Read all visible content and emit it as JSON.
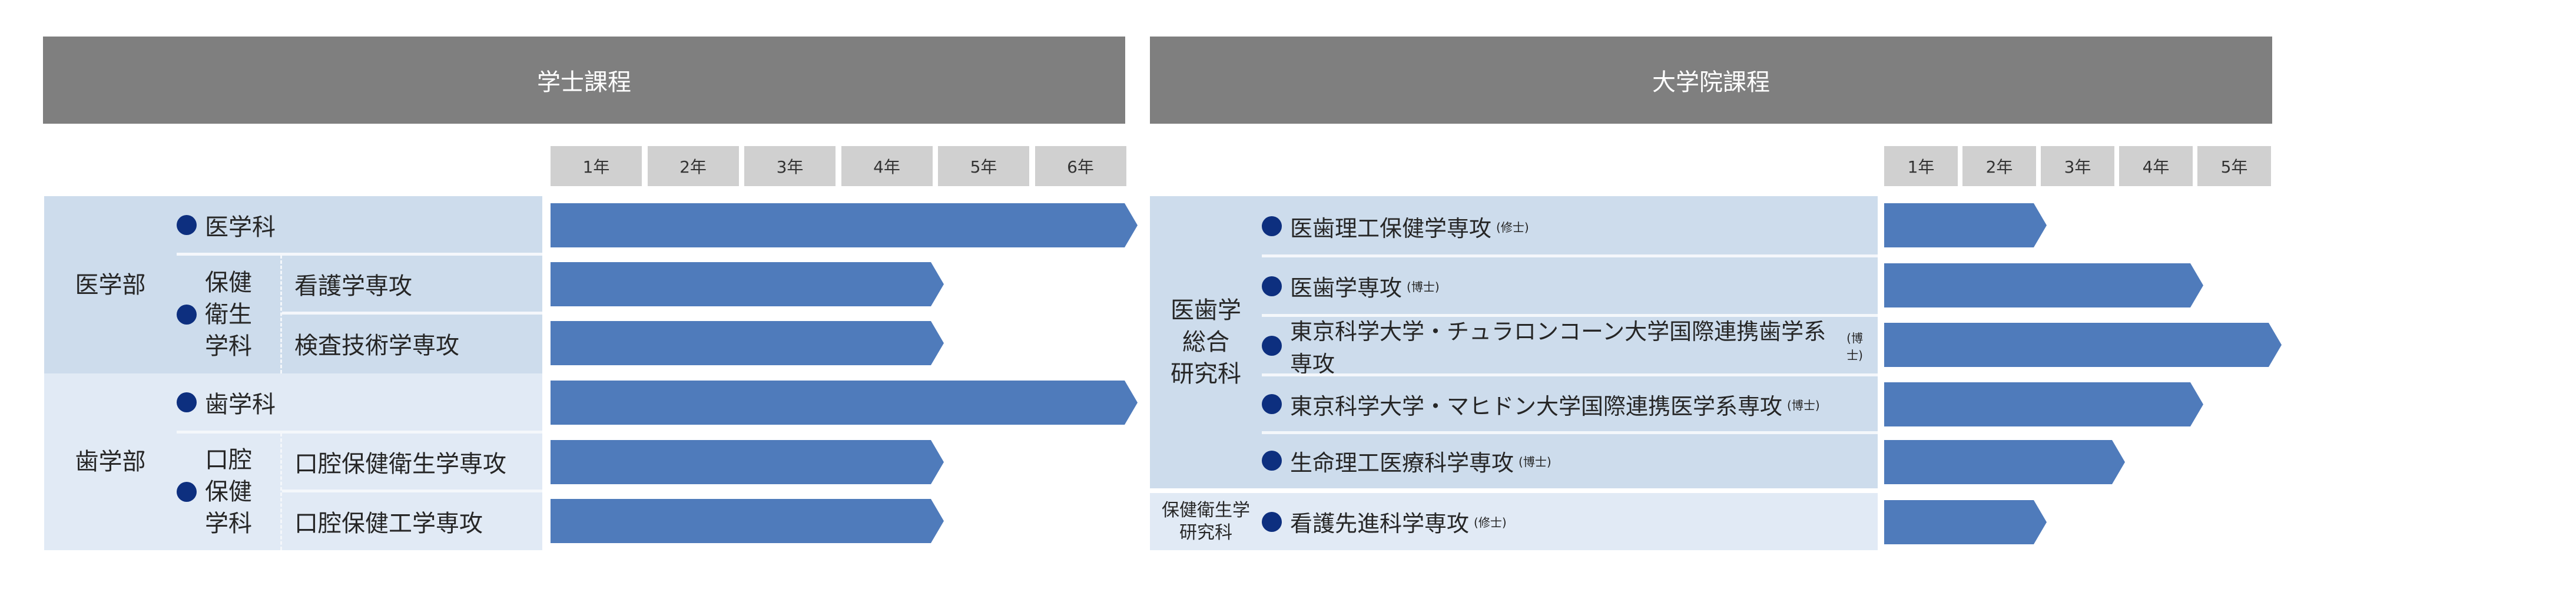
{
  "undergrad": {
    "title": "学士課程",
    "years": [
      "1年",
      "2年",
      "3年",
      "4年",
      "5年",
      "6年"
    ],
    "faculties": [
      {
        "name": "医学部",
        "items": [
          {
            "dept": "医学科",
            "years": 6
          },
          {
            "dept": "保健衛生学科",
            "dept_lines": [
              "保健",
              "衛生",
              "学科"
            ],
            "majors": [
              {
                "name": "看護学専攻",
                "years": 4
              },
              {
                "name": "検査技術学専攻",
                "years": 4
              }
            ]
          }
        ]
      },
      {
        "name": "歯学部",
        "items": [
          {
            "dept": "歯学科",
            "years": 6
          },
          {
            "dept": "口腔保健学科",
            "dept_lines": [
              "口腔",
              "保健",
              "学科"
            ],
            "majors": [
              {
                "name": "口腔保健衛生学専攻",
                "years": 4
              },
              {
                "name": "口腔保健工学専攻",
                "years": 4
              }
            ]
          }
        ]
      }
    ]
  },
  "graduate": {
    "title": "大学院課程",
    "years": [
      "1年",
      "2年",
      "3年",
      "4年",
      "5年"
    ],
    "schools": [
      {
        "name_lines": [
          "医歯学",
          "総合",
          "研究科"
        ],
        "programs": [
          {
            "name": "医歯理工保健学専攻",
            "degree": "(修士)",
            "years": 2
          },
          {
            "name": "医歯学専攻",
            "degree": "(博士)",
            "years": 4
          },
          {
            "name": "東京科学大学・チュラロンコーン大学国際連携歯学系専攻",
            "degree": "(博士)",
            "years": 5
          },
          {
            "name": "東京科学大学・マヒドン大学国際連携医学系専攻",
            "degree": "(博士)",
            "years": 4
          },
          {
            "name": "生命理工医療科学専攻",
            "degree": "(博士)",
            "years": 3
          }
        ]
      },
      {
        "name_lines": [
          "保健衛生学",
          "研究科"
        ],
        "programs": [
          {
            "name": "看護先進科学専攻",
            "degree": "(修士)",
            "years": 2
          }
        ]
      }
    ]
  },
  "colors": {
    "header": "#7f7f7f",
    "year_cell": "#d0d0d0",
    "row_dark": "#cddcec",
    "row_light": "#e1eaf5",
    "bar": "#4f7bbb",
    "bullet": "#0d2f7f"
  }
}
